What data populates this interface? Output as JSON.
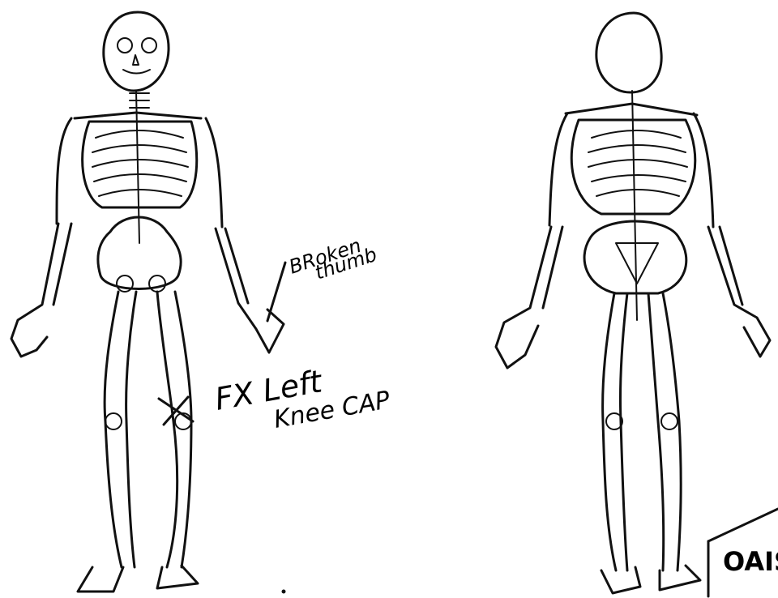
{
  "annotations": {
    "hand_note_line1": "BRoken",
    "hand_note_line2": "thumb",
    "knee_note_line1": "FX Left",
    "knee_note_line2": "Knee CAP",
    "corner_stamp": "OAIS"
  },
  "figures": [
    {
      "view_icon": "skeleton-front-icon"
    },
    {
      "view_icon": "skeleton-back-icon"
    }
  ]
}
